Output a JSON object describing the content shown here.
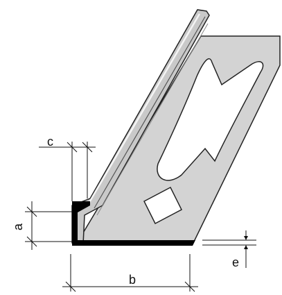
{
  "labels": {
    "a": "a",
    "b": "b",
    "c": "c",
    "e": "e"
  },
  "colors": {
    "profile_fill": "#d3d3d3",
    "profile_edge": "#222222",
    "section": "#000000",
    "background": "#ffffff"
  }
}
